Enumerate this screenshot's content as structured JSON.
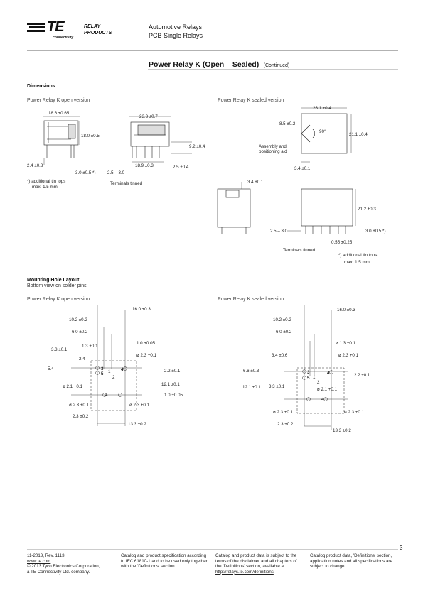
{
  "logo": {
    "brand": "TE",
    "sub": "connectivity",
    "line1": "RELAY",
    "line2": "PRODUCTS"
  },
  "header": {
    "line1": "Automotive Relays",
    "line2": "PCB Single Relays"
  },
  "title": {
    "main": "Power Relay K (Open – Sealed)",
    "suffix": "(Continued)"
  },
  "dimensions": {
    "heading": "Dimensions",
    "open": {
      "caption": "Power Relay K open version",
      "d1": "18.6 ±0.65",
      "d2": "18.0 ±0.5",
      "d3": "2.4 ±0.8",
      "d4": "3.0 ±0.5 *)",
      "d5": "23.3 ±0.7",
      "d6": "9.2 ±0.4",
      "d7": "2.5 – 3.0",
      "d8": "18.9 ±0.3",
      "d9": "2.5 ±0.4",
      "note1": "*) additional tin tops",
      "note2": "max. 1.5 mm",
      "terminals": "Terminals tinned"
    },
    "sealed": {
      "caption": "Power Relay K sealed version",
      "d1": "26.1 ±0.4",
      "d2": "8.5 ±0.2",
      "d3": "90°",
      "d4": "21.1 ±0.4",
      "assembly1": "Assembly and",
      "assembly2": "positioning aid",
      "d5": "3.4 ±0.1",
      "d6": "3.4 ±0.1",
      "d7": "21.2 ±0.3",
      "d8": "2.5 – 3.0",
      "d9": "3.0 ±0.5 *)",
      "d10": "0.55 ±0.25",
      "terminals": "Terminals tinned",
      "note1": "*) additional tin tops",
      "note2": "max. 1.5 mm"
    }
  },
  "mounting": {
    "heading": "Mounting Hole Layout",
    "subheading": "Bottom view on solder pins",
    "open": {
      "caption": "Power Relay K open version",
      "d1": "16.0 ±0.3",
      "d2": "10.2 ±0.2",
      "d3": "6.0 ±0.2",
      "d4": "1.0 +0.05",
      "d5": "1.3 +0.1",
      "d6": "3.3 ±0.1",
      "d7": "2.4",
      "d8": "ø 2.3 +0.1",
      "d9": "5.4",
      "d10": "2.2 ±0.1",
      "d11": "12.1 ±0.1",
      "d12": "ø 2.1 +0.1",
      "d13": "1.0 +0.05",
      "d14": "ø 2.3 +0.1",
      "d15": "ø 2.3 +0.1",
      "d16": "2.3 ±0.2",
      "d17": "13.3 ±0.2",
      "p1": "1",
      "p2": "2",
      "p3": "3",
      "p4": "4",
      "p5": "5",
      "p4b": "4"
    },
    "sealed": {
      "caption": "Power Relay K sealed version",
      "d1": "16.0 ±0.3",
      "d2": "10.2 ±0.2",
      "d3": "6.0 ±0.2",
      "d4": "ø 1.3 +0.1",
      "d5": "3.4 ±0.6",
      "d6": "ø 2.3 +0.1",
      "d7": "6.6 ±0.3",
      "d8": "2.2 ±0.1",
      "d9": "12.1 ±0.1",
      "d10": "3.3 ±0.1",
      "d11": "ø 2.1 +0.1",
      "d12": "ø 2.3 +0.1",
      "d13": "ø 2.3 +0.1",
      "d14": "2.3 ±0.2",
      "d15": "13.3 ±0.2",
      "p1": "1",
      "p2": "2",
      "p3": "3",
      "p4": "4",
      "p5": "5",
      "p4b": "4"
    }
  },
  "page_number": "3",
  "footer": {
    "col1": [
      "11-2013, Rev. 1113",
      "www.te.com",
      "© 2013 Tyco Electronics Corporation,",
      "a TE Connectivity Ltd. company."
    ],
    "col2": [
      "Catalog and product specification according",
      "to IEC 61810-1 and to be used only together",
      "with the 'Definitions' section."
    ],
    "col3": [
      "Catalog and product data is subject to the",
      "terms of the disclaimer and all chapters of",
      "the 'Definitions' section, available at",
      "http://relays.te.com/definitions"
    ],
    "col4": [
      "Catalog product data, 'Definitions' section,",
      "application notes and all specifications are",
      "subject to change."
    ]
  }
}
